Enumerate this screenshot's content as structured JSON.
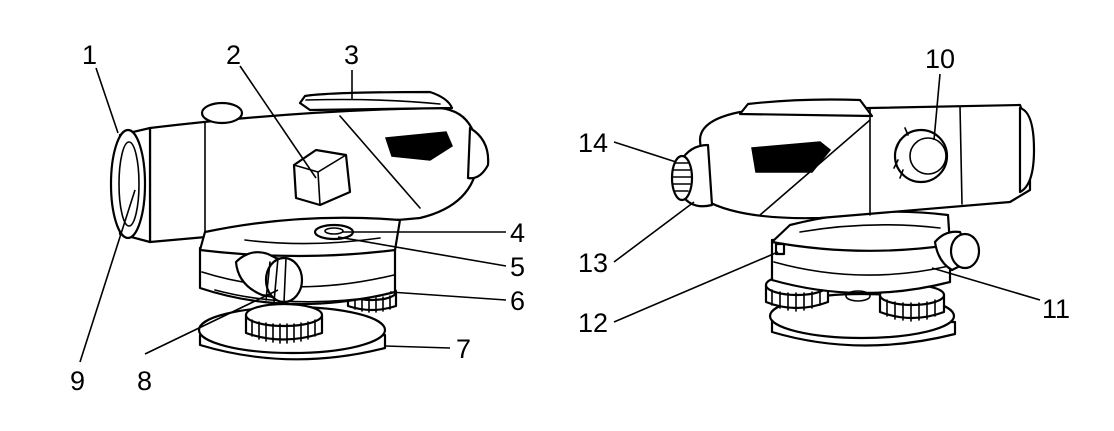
{
  "figure": {
    "left_view": {
      "callouts": {
        "c1": "1",
        "c2": "2",
        "c3": "3",
        "c4": "4",
        "c5": "5",
        "c6": "6",
        "c7": "7",
        "c8": "8",
        "c9": "9"
      }
    },
    "right_view": {
      "callouts": {
        "c10": "10",
        "c11": "11",
        "c12": "12",
        "c13": "13",
        "c14": "14"
      }
    }
  }
}
